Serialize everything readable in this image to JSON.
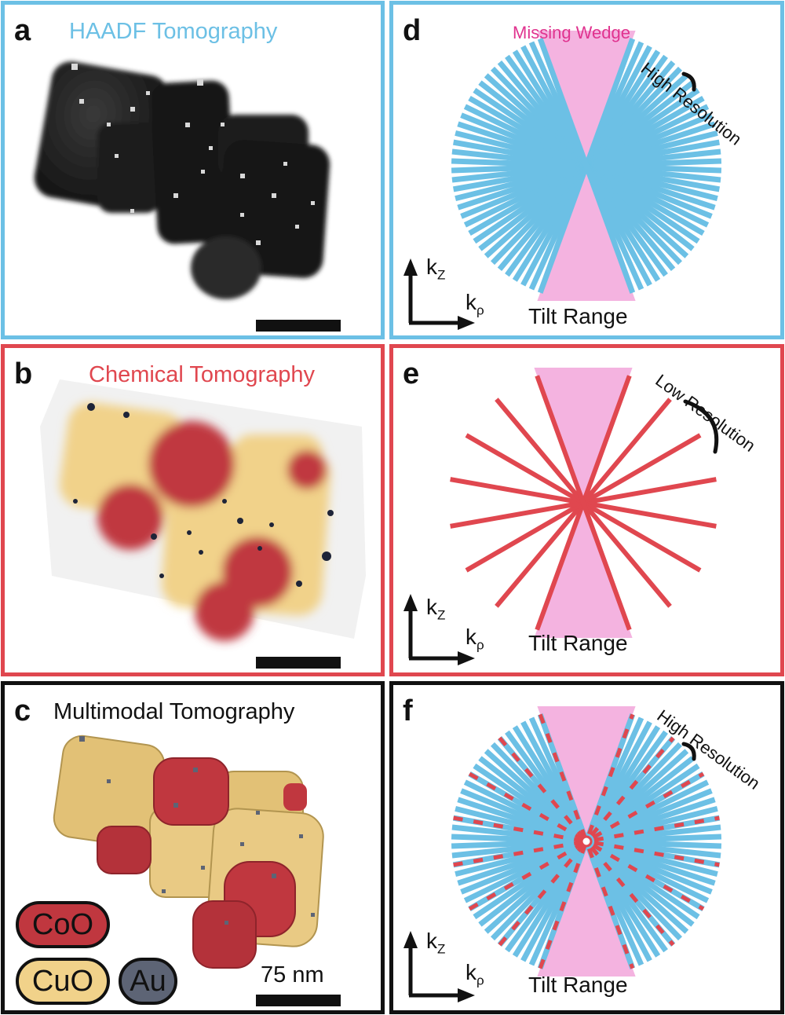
{
  "panels": {
    "a": {
      "label": "a",
      "title": "HAADF Tomography",
      "title_color": "#6cc0e5"
    },
    "b": {
      "label": "b",
      "title": "Chemical Tomography",
      "title_color": "#e0474f"
    },
    "c": {
      "label": "c",
      "title": "Multimodal Tomography",
      "title_color": "#111111",
      "legend": [
        "CoO",
        "CuO",
        "Au"
      ],
      "scale_label": "75 nm"
    },
    "d": {
      "label": "d",
      "wedge_label": "Missing Wedge",
      "resolution_label": "High Resolution",
      "tilt_label": "Tilt Range",
      "kz": "k",
      "kz_sub": "Z",
      "kr": "k",
      "kr_sub": "ρ"
    },
    "e": {
      "label": "e",
      "resolution_label": "Low Resolution",
      "tilt_label": "Tilt Range",
      "kz": "k",
      "kz_sub": "Z",
      "kr": "k",
      "kr_sub": "ρ"
    },
    "f": {
      "label": "f",
      "resolution_label": "High Resolution",
      "tilt_label": "Tilt Range",
      "kz": "k",
      "kz_sub": "Z",
      "kr": "k",
      "kr_sub": "ρ"
    }
  },
  "colors": {
    "haadf": "#6cc0e5",
    "chemical": "#e0474f",
    "wedge": "#f4b3e0",
    "wedge_text": "#e0338f",
    "coo": "#c0373f",
    "cuo": "#f1d28a",
    "au": "#5d6475"
  }
}
